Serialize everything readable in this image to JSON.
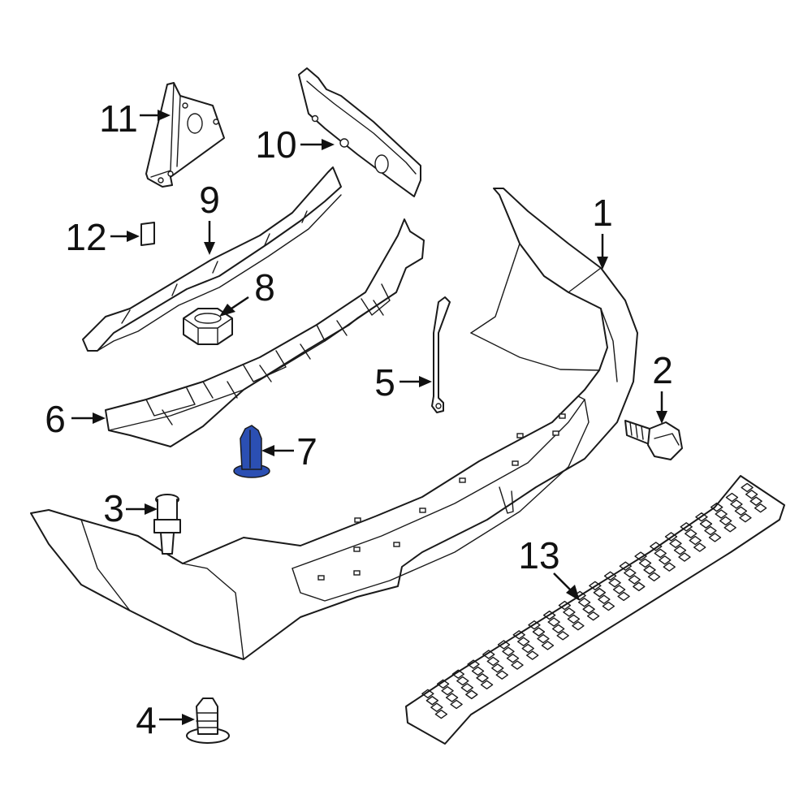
{
  "highlight_color": "#2b4fb3",
  "callouts": {
    "c1": "1",
    "c2": "2",
    "c3": "3",
    "c4": "4",
    "c5": "5",
    "c6": "6",
    "c7": "7",
    "c8": "8",
    "c9": "9",
    "c10": "10",
    "c11": "11",
    "c12": "12",
    "c13": "13"
  }
}
